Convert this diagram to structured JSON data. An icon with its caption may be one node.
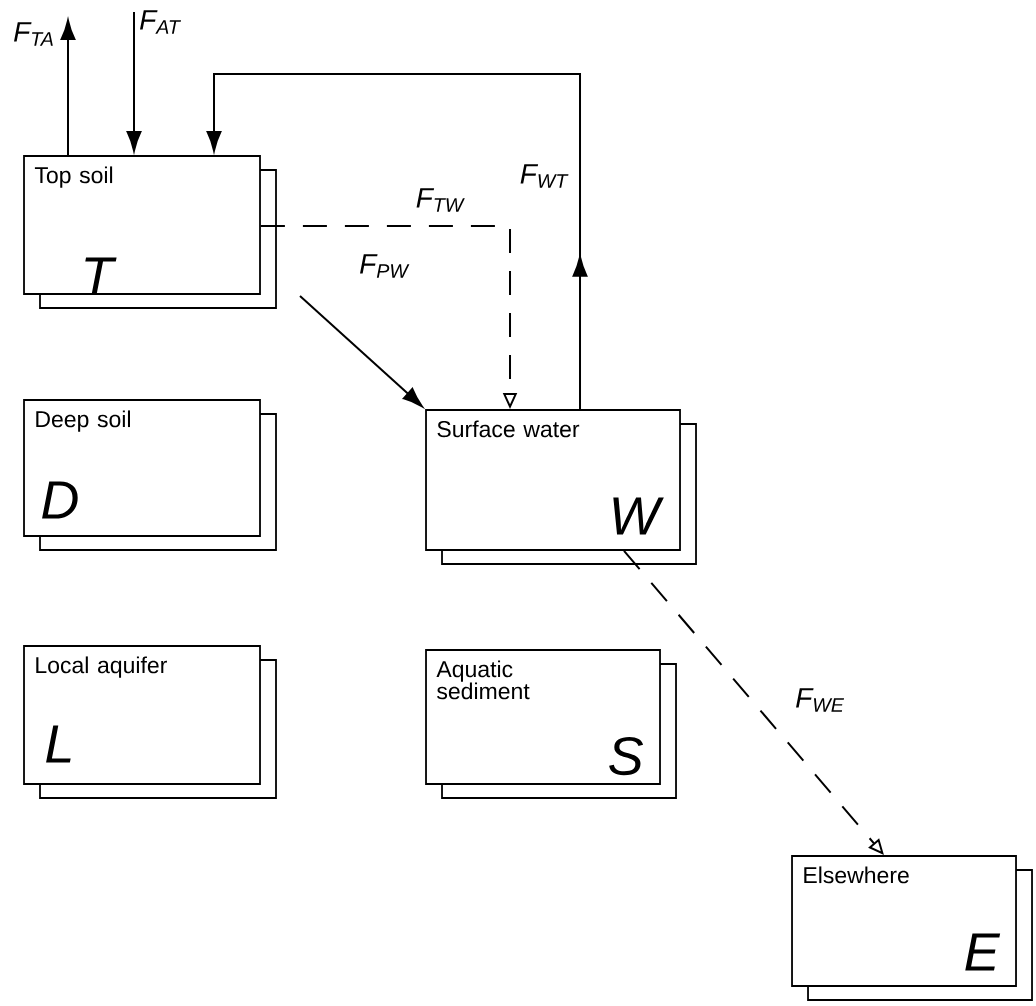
{
  "diagram": {
    "nodes": [
      {
        "text": [
          "Top soil",
          "T"
        ]
      },
      {
        "text": [
          "Deep soil",
          "D"
        ]
      },
      {
        "text": [
          "Surface water",
          "W"
        ]
      },
      {
        "text": [
          "Local aquifer",
          "L"
        ]
      },
      {
        "text": [
          "Aquatic sediment",
          "S"
        ]
      },
      {
        "text": [
          "Elsewhere",
          "E"
        ]
      }
    ],
    "edges": [
      {
        "from": 0,
        "to": null,
        "arrow": "to",
        "label": "F$_{TA}$"
      },
      {
        "from": null,
        "to": 0,
        "arrow": "to",
        "label": "F$_{AT}$"
      },
      {
        "from": 2,
        "to": 0,
        "arrow": "to",
        "label": "F$_{WT}$"
      },
      {
        "from": 0,
        "to": 2,
        "arrow": "to",
        "label": "F$_{TW}$",
        "style": "dashed"
      },
      {
        "from": 0,
        "to": 2,
        "arrow": "to",
        "label": "F$_{PW}$"
      },
      {
        "from": 2,
        "to": 5,
        "arrow": "to",
        "label": "F$_{WE}$",
        "style": "dashed"
      }
    ]
  }
}
